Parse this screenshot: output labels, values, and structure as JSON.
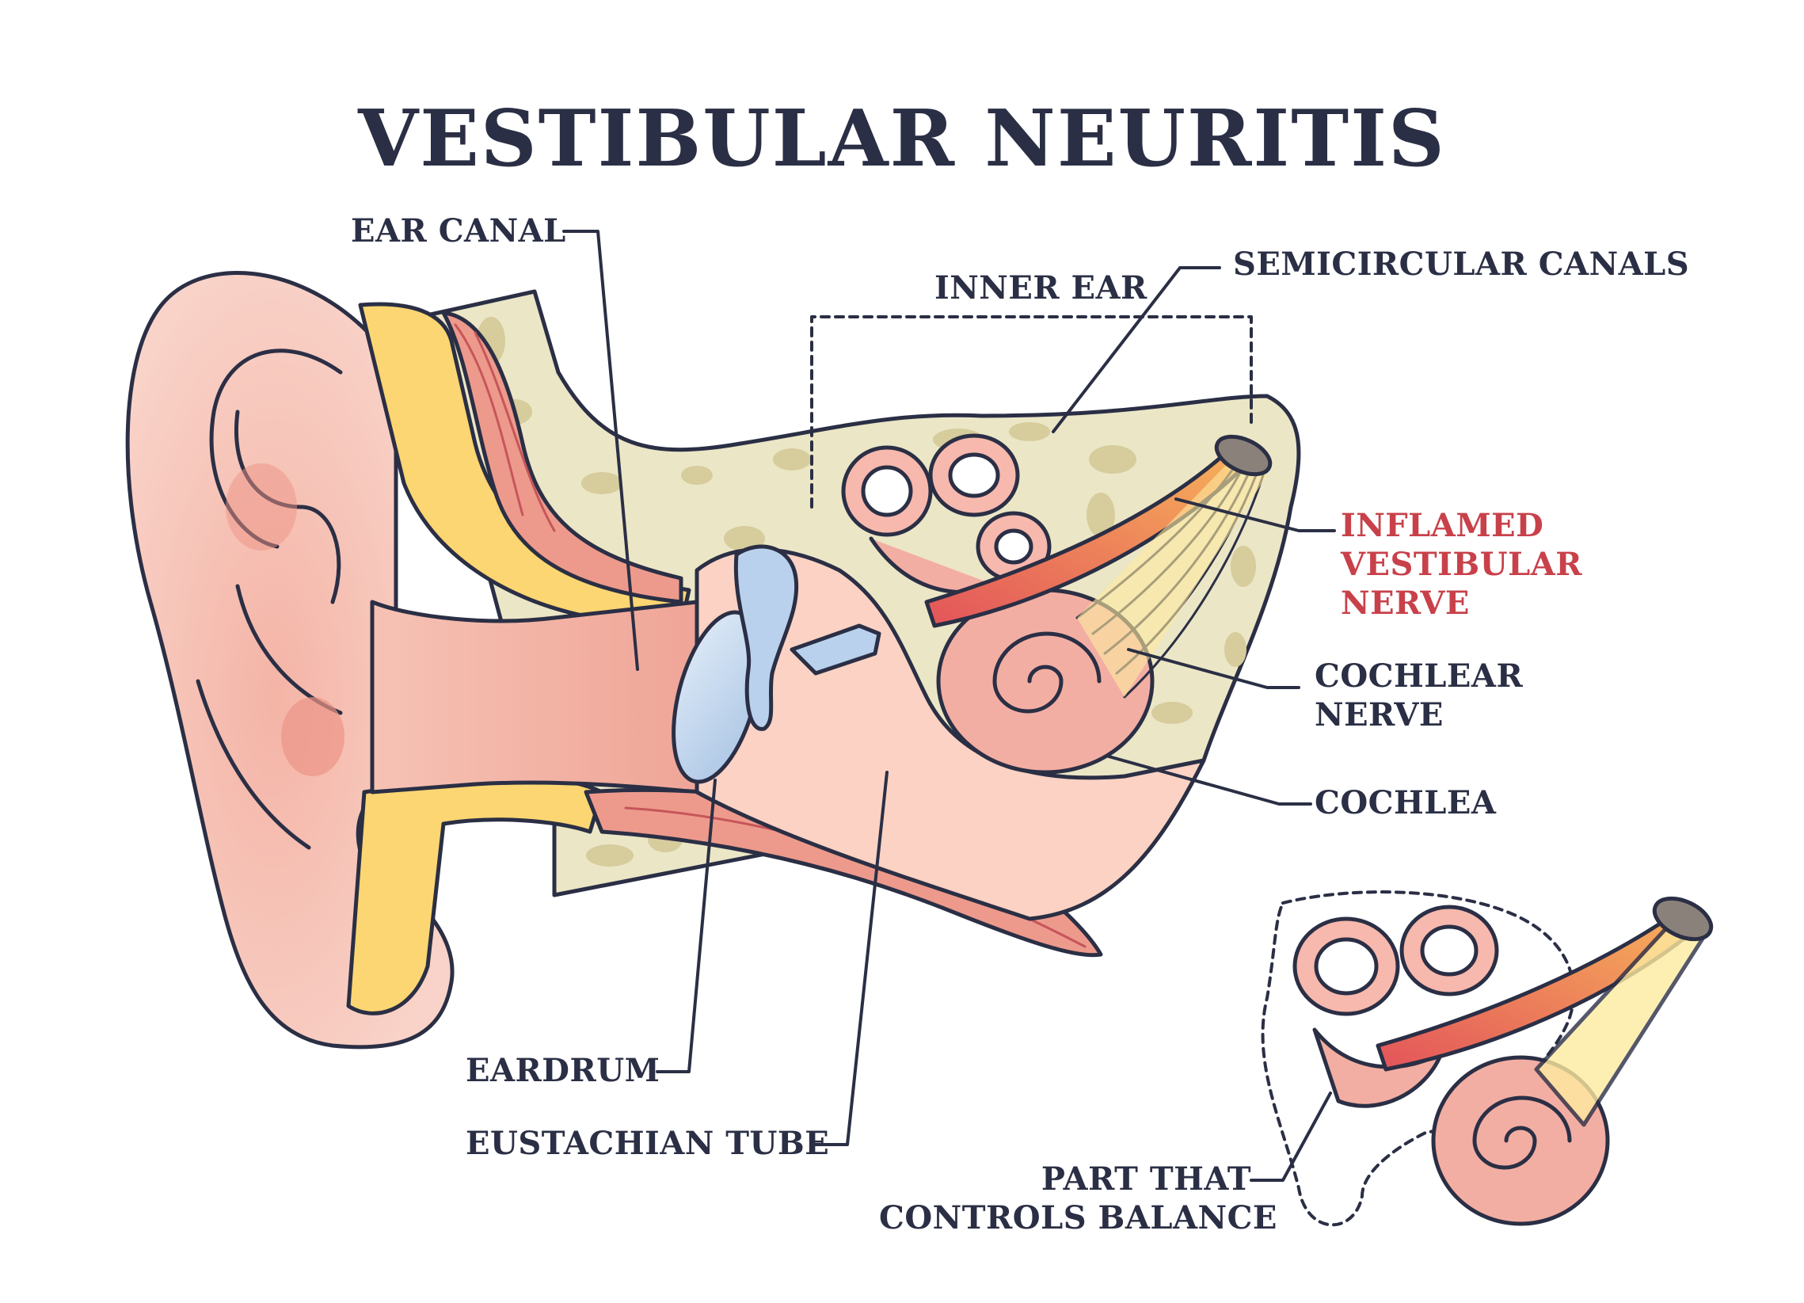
{
  "title": "VESTIBULAR NEURITIS",
  "labels": {
    "ear_canal": "EAR CANAL",
    "inner_ear": "INNER EAR",
    "semicircular_canals": "SEMICIRCULAR CANALS",
    "inflamed_nerve": [
      "INFLAMED",
      "VESTIBULAR",
      "NERVE"
    ],
    "cochlear_nerve": [
      "COCHLEAR",
      "NERVE"
    ],
    "cochlea": "COCHLEA",
    "eardrum": "EARDRUM",
    "eustachian_tube": "EUSTACHIAN TUBE",
    "balance": [
      "PART THAT",
      "CONTROLS BALANCE"
    ]
  },
  "colors": {
    "ink": "#2b2f45",
    "skin": "#f6c4b8",
    "skin_dark": "#e88e84",
    "fat": "#fbd672",
    "bone": "#ebe6c6",
    "bone_spot": "#d6cc9c",
    "eardrum": "#bcd3ec",
    "nerve_yellow": "#fdeaa0",
    "inflamed": "#c8414a"
  }
}
